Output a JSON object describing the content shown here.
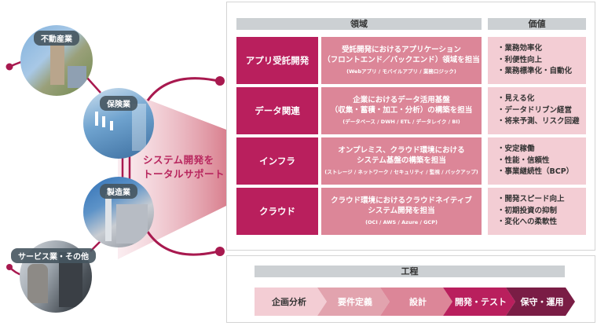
{
  "industries": [
    {
      "label": "不動産業",
      "icon": "building-photo"
    },
    {
      "label": "保険業",
      "icon": "finance-chart-photo"
    },
    {
      "label": "製造業",
      "icon": "factory-photo"
    },
    {
      "label": "サービス業・その他",
      "icon": "server-room-photo"
    }
  ],
  "tagline": {
    "line1": "システム開発を",
    "line2": "トータルサポート"
  },
  "matrix": {
    "header_domain": "領域",
    "header_value": "価値",
    "rows": [
      {
        "category": "アプリ受託開発",
        "desc_line1": "受託開発におけるアプリケーション",
        "desc_line2": "（フロントエンド／バックエンド）領域を担当",
        "desc_sub": "(Webアプリ / モバイルアプリ / 業務ロジック)",
        "values": [
          "・業務効率化",
          "・利便性向上",
          "・業務標準化・自動化"
        ]
      },
      {
        "category": "データ関連",
        "desc_line1": "企業におけるデータ活用基盤",
        "desc_line2": "（収集・蓄積・加工・分析）の構築を担当",
        "desc_sub": "(データベース / DWH / ETL / データレイク / BI)",
        "values": [
          "・見える化",
          "・データドリブン経営",
          "・将来予測、リスク回避"
        ]
      },
      {
        "category": "インフラ",
        "desc_line1": "オンプレミス、クラウド環境における",
        "desc_line2": "システム基盤の構築を担当",
        "desc_sub": "(ストレージ / ネットワーク / セキュリティ / 監視 / バックアップ)",
        "values": [
          "・安定稼働",
          "・性能・信頼性",
          "・事業継続性（BCP）"
        ]
      },
      {
        "category": "クラウド",
        "desc_line1": "クラウド環境におけるクラウドネイティブ",
        "desc_line2": "システム開発を担当",
        "desc_sub": "(OCI / AWS / Azure / GCP)",
        "values": [
          "・開発スピード向上",
          "・初期投資の抑制",
          "・変化への柔軟性"
        ]
      }
    ]
  },
  "process": {
    "header": "工程",
    "steps": [
      {
        "label": "企画分析",
        "bg": "#f3cdd4",
        "fg": "#333333"
      },
      {
        "label": "要件定義",
        "bg": "#e2a3ae",
        "fg": "#ffffff"
      },
      {
        "label": "設計",
        "bg": "#dc8698",
        "fg": "#ffffff"
      },
      {
        "label": "開発・テスト",
        "bg": "#b91f5d",
        "fg": "#ffffff"
      },
      {
        "label": "保守・運用",
        "bg": "#7a1d45",
        "fg": "#ffffff"
      }
    ]
  },
  "colors": {
    "accent": "#b91f5d",
    "accent_dark": "#7a1d45",
    "mid_pink": "#dc8698",
    "light_pink": "#f3cdd4",
    "header_gray": "#ccd0d3",
    "line": "#a8194f"
  }
}
